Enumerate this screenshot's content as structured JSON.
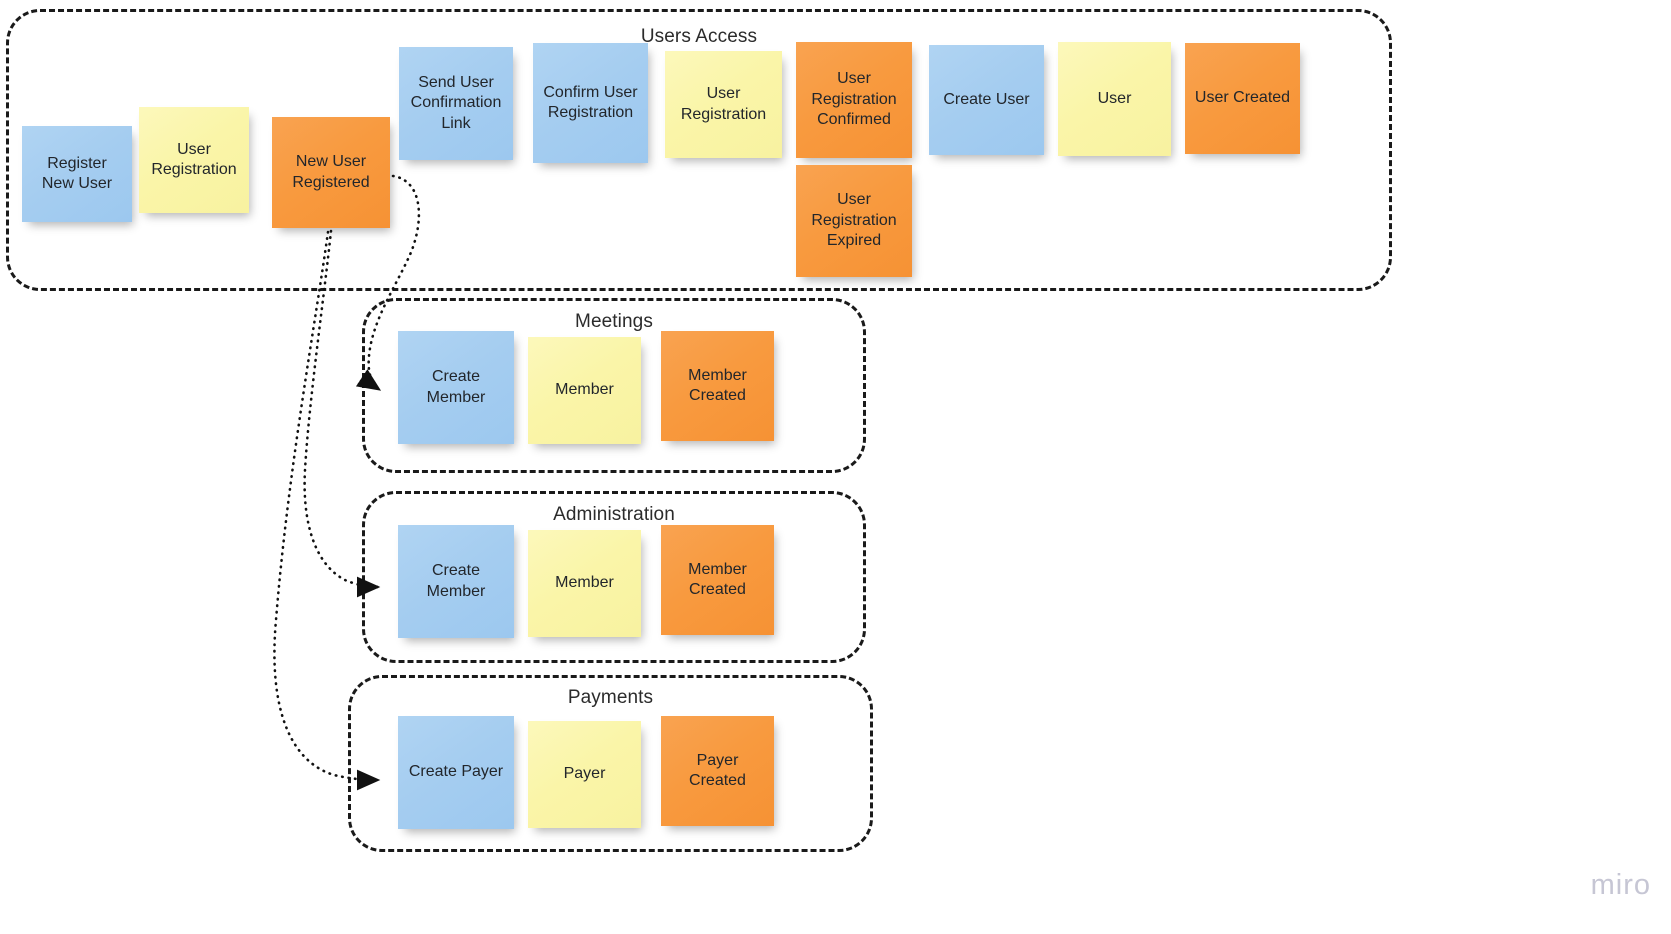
{
  "board": {
    "watermark": "miro",
    "background": "#ffffff"
  },
  "colors": {
    "command": "#a5cdf0",
    "aggregate": "#faf5a8",
    "event": "#f89a3f",
    "boundary": "#1a1a1a",
    "text": "#22262b",
    "watermark": "#c6c6d4"
  },
  "groups": [
    {
      "id": "users-access",
      "title": "Users Access",
      "notes": [
        {
          "id": "register-new-user",
          "label": "Register New User",
          "color": "blue"
        },
        {
          "id": "user-registration-1",
          "label": "User Registration",
          "color": "yellow"
        },
        {
          "id": "new-user-registered",
          "label": "New User Registered",
          "color": "orange"
        },
        {
          "id": "send-user-confirmation-link",
          "label": "Send User Confirmation Link",
          "color": "blue"
        },
        {
          "id": "confirm-user-registration",
          "label": "Confirm User Registration",
          "color": "blue"
        },
        {
          "id": "user-registration-2",
          "label": "User Registration",
          "color": "yellow"
        },
        {
          "id": "user-registration-confirmed",
          "label": "User Registration Confirmed",
          "color": "orange"
        },
        {
          "id": "user-registration-expired",
          "label": "User Registration Expired",
          "color": "orange"
        },
        {
          "id": "create-user",
          "label": "Create User",
          "color": "blue"
        },
        {
          "id": "user",
          "label": "User",
          "color": "yellow"
        },
        {
          "id": "user-created",
          "label": "User Created",
          "color": "orange"
        }
      ]
    },
    {
      "id": "meetings",
      "title": "Meetings",
      "notes": [
        {
          "id": "meetings-create-member",
          "label": "Create Member",
          "color": "blue"
        },
        {
          "id": "meetings-member",
          "label": "Member",
          "color": "yellow"
        },
        {
          "id": "meetings-member-created",
          "label": "Member Created",
          "color": "orange"
        }
      ]
    },
    {
      "id": "administration",
      "title": "Administration",
      "notes": [
        {
          "id": "administration-create-member",
          "label": "Create Member",
          "color": "blue"
        },
        {
          "id": "administration-member",
          "label": "Member",
          "color": "yellow"
        },
        {
          "id": "administration-member-created",
          "label": "Member Created",
          "color": "orange"
        }
      ]
    },
    {
      "id": "payments",
      "title": "Payments",
      "notes": [
        {
          "id": "payments-create-payer",
          "label": "Create Payer",
          "color": "blue"
        },
        {
          "id": "payments-payer",
          "label": "Payer",
          "color": "yellow"
        },
        {
          "id": "payments-payer-created",
          "label": "Payer Created",
          "color": "orange"
        }
      ]
    }
  ],
  "connectors": [
    {
      "id": "new-user-registered-to-meetings",
      "from": "new-user-registered",
      "to": "meetings-create-member",
      "style": "dotted",
      "arrow": "end"
    },
    {
      "id": "new-user-registered-to-administration",
      "from": "new-user-registered",
      "to": "administration-create-member",
      "style": "dotted",
      "arrow": "end"
    },
    {
      "id": "new-user-registered-to-payments",
      "from": "new-user-registered",
      "to": "payments-create-payer",
      "style": "dotted",
      "arrow": "end"
    }
  ]
}
